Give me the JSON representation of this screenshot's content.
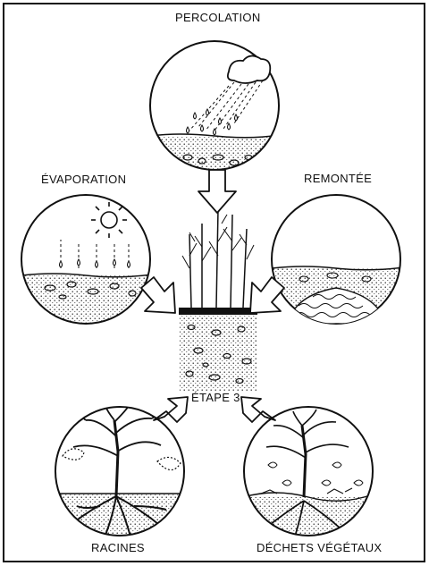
{
  "labels": {
    "percolation": "PERCOLATION",
    "evaporation": "ÉVAPORATION",
    "remontee": "REMONTÉE",
    "etape": "ÉTAPE 3",
    "racines": "RACINES",
    "dechets": "DÉCHETS VÉGÉTAUX"
  },
  "colors": {
    "ink": "#111111",
    "paper": "#ffffff"
  }
}
